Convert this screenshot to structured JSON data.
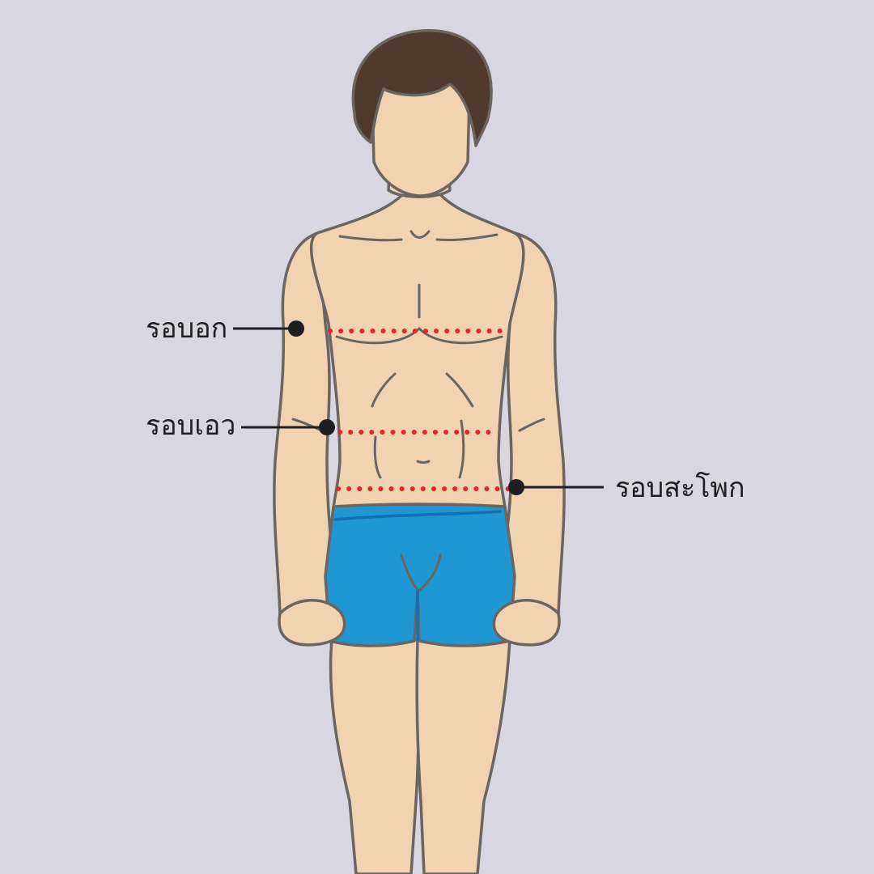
{
  "labels": {
    "chest": "รอบอก",
    "waist": "รอบเอว",
    "hip": "รอบสะโพก"
  },
  "colors": {
    "background": "#d8d6e1",
    "skin": "#f2d3b1",
    "outline": "#6b6560",
    "hair": "#4e3a2e",
    "shorts": "#1e97d3",
    "measure_dots": "#e5252a",
    "marker": "#1f1f22"
  }
}
